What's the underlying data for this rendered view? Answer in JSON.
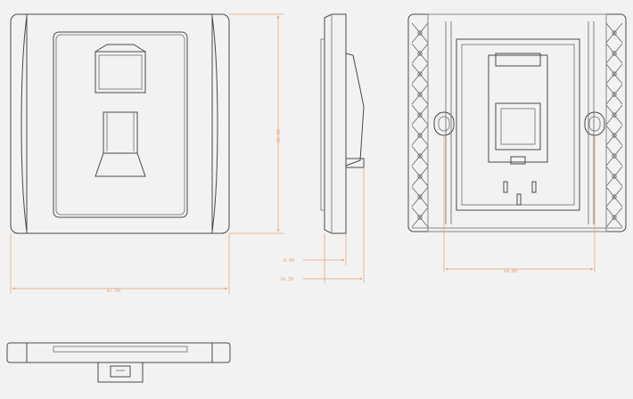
{
  "dimensions": {
    "front_height": "86.00",
    "front_width": "87.90",
    "side_depth_small": "8.40",
    "side_depth_total": "14.30",
    "rear_hole_spacing": "60.00"
  },
  "colors": {
    "line": "#4a4a4a",
    "dimension": "#e8a070",
    "background": "#f2f2f2"
  }
}
